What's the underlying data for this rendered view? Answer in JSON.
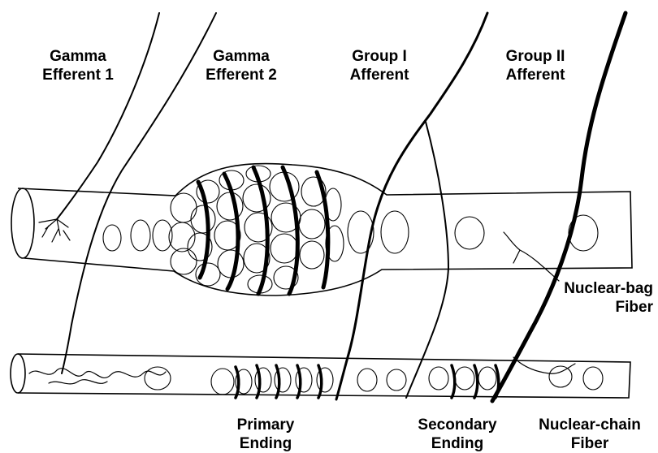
{
  "labels": {
    "gamma_efferent_1": [
      "Gamma",
      "Efferent 1"
    ],
    "gamma_efferent_2": [
      "Gamma",
      "Efferent 2"
    ],
    "group_i_afferent": [
      "Group I",
      "Afferent"
    ],
    "group_ii_afferent": [
      "Group II",
      "Afferent"
    ],
    "nuclear_bag_fiber": [
      "Nuclear-bag",
      "Fiber"
    ],
    "primary_ending": [
      "Primary",
      "Ending"
    ],
    "secondary_ending": [
      "Secondary",
      "Ending"
    ],
    "nuclear_chain_fiber": [
      "Nuclear-chain",
      "Fiber"
    ]
  },
  "colors": {
    "ink": "#000000",
    "background": "#ffffff"
  }
}
